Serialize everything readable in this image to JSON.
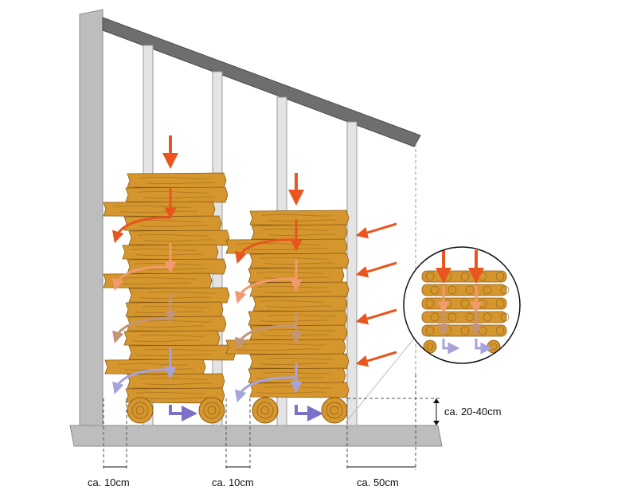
{
  "labels": {
    "gap_left": "ca. 10cm",
    "gap_middle": "ca. 10cm",
    "overhang": "ca. 50cm",
    "base_height": "ca. 20-40cm"
  },
  "colors": {
    "wood": "#D6962E",
    "wood_grain": "#8A5A12",
    "frame": "#BDBDBD",
    "roof": "#707070",
    "arrow_hot": "#E8551E",
    "arrow_warm": "#F09A6E",
    "arrow_mid": "#C29478",
    "arrow_cool": "#A6A3DC",
    "arrow_air": "#7B72C8"
  }
}
